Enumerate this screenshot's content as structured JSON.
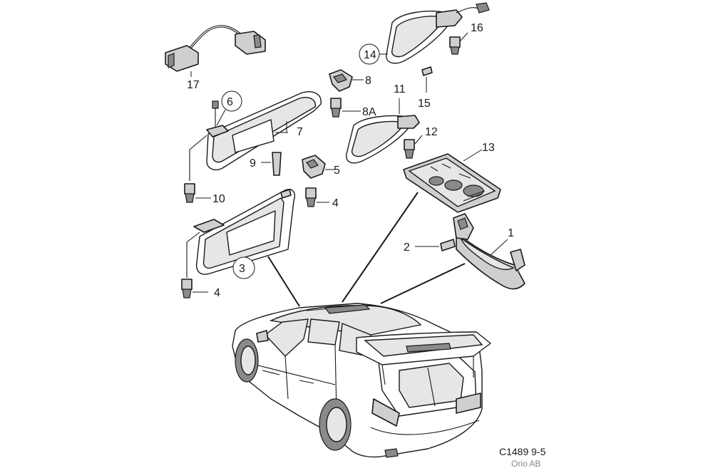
{
  "diagram": {
    "labels": {
      "p1": "1",
      "p2": "2",
      "p3": "3",
      "p4a": "4",
      "p4b": "4",
      "p5": "5",
      "p6": "6",
      "p7": "7",
      "p8": "8",
      "p8a": "8A",
      "p9": "9",
      "p10": "10",
      "p11": "11",
      "p12": "12",
      "p13": "13",
      "p14": "14",
      "p15": "15",
      "p16": "16",
      "p17": "17"
    }
  },
  "footer": {
    "code": "C1489 9-5",
    "owner": "Orio AB"
  }
}
